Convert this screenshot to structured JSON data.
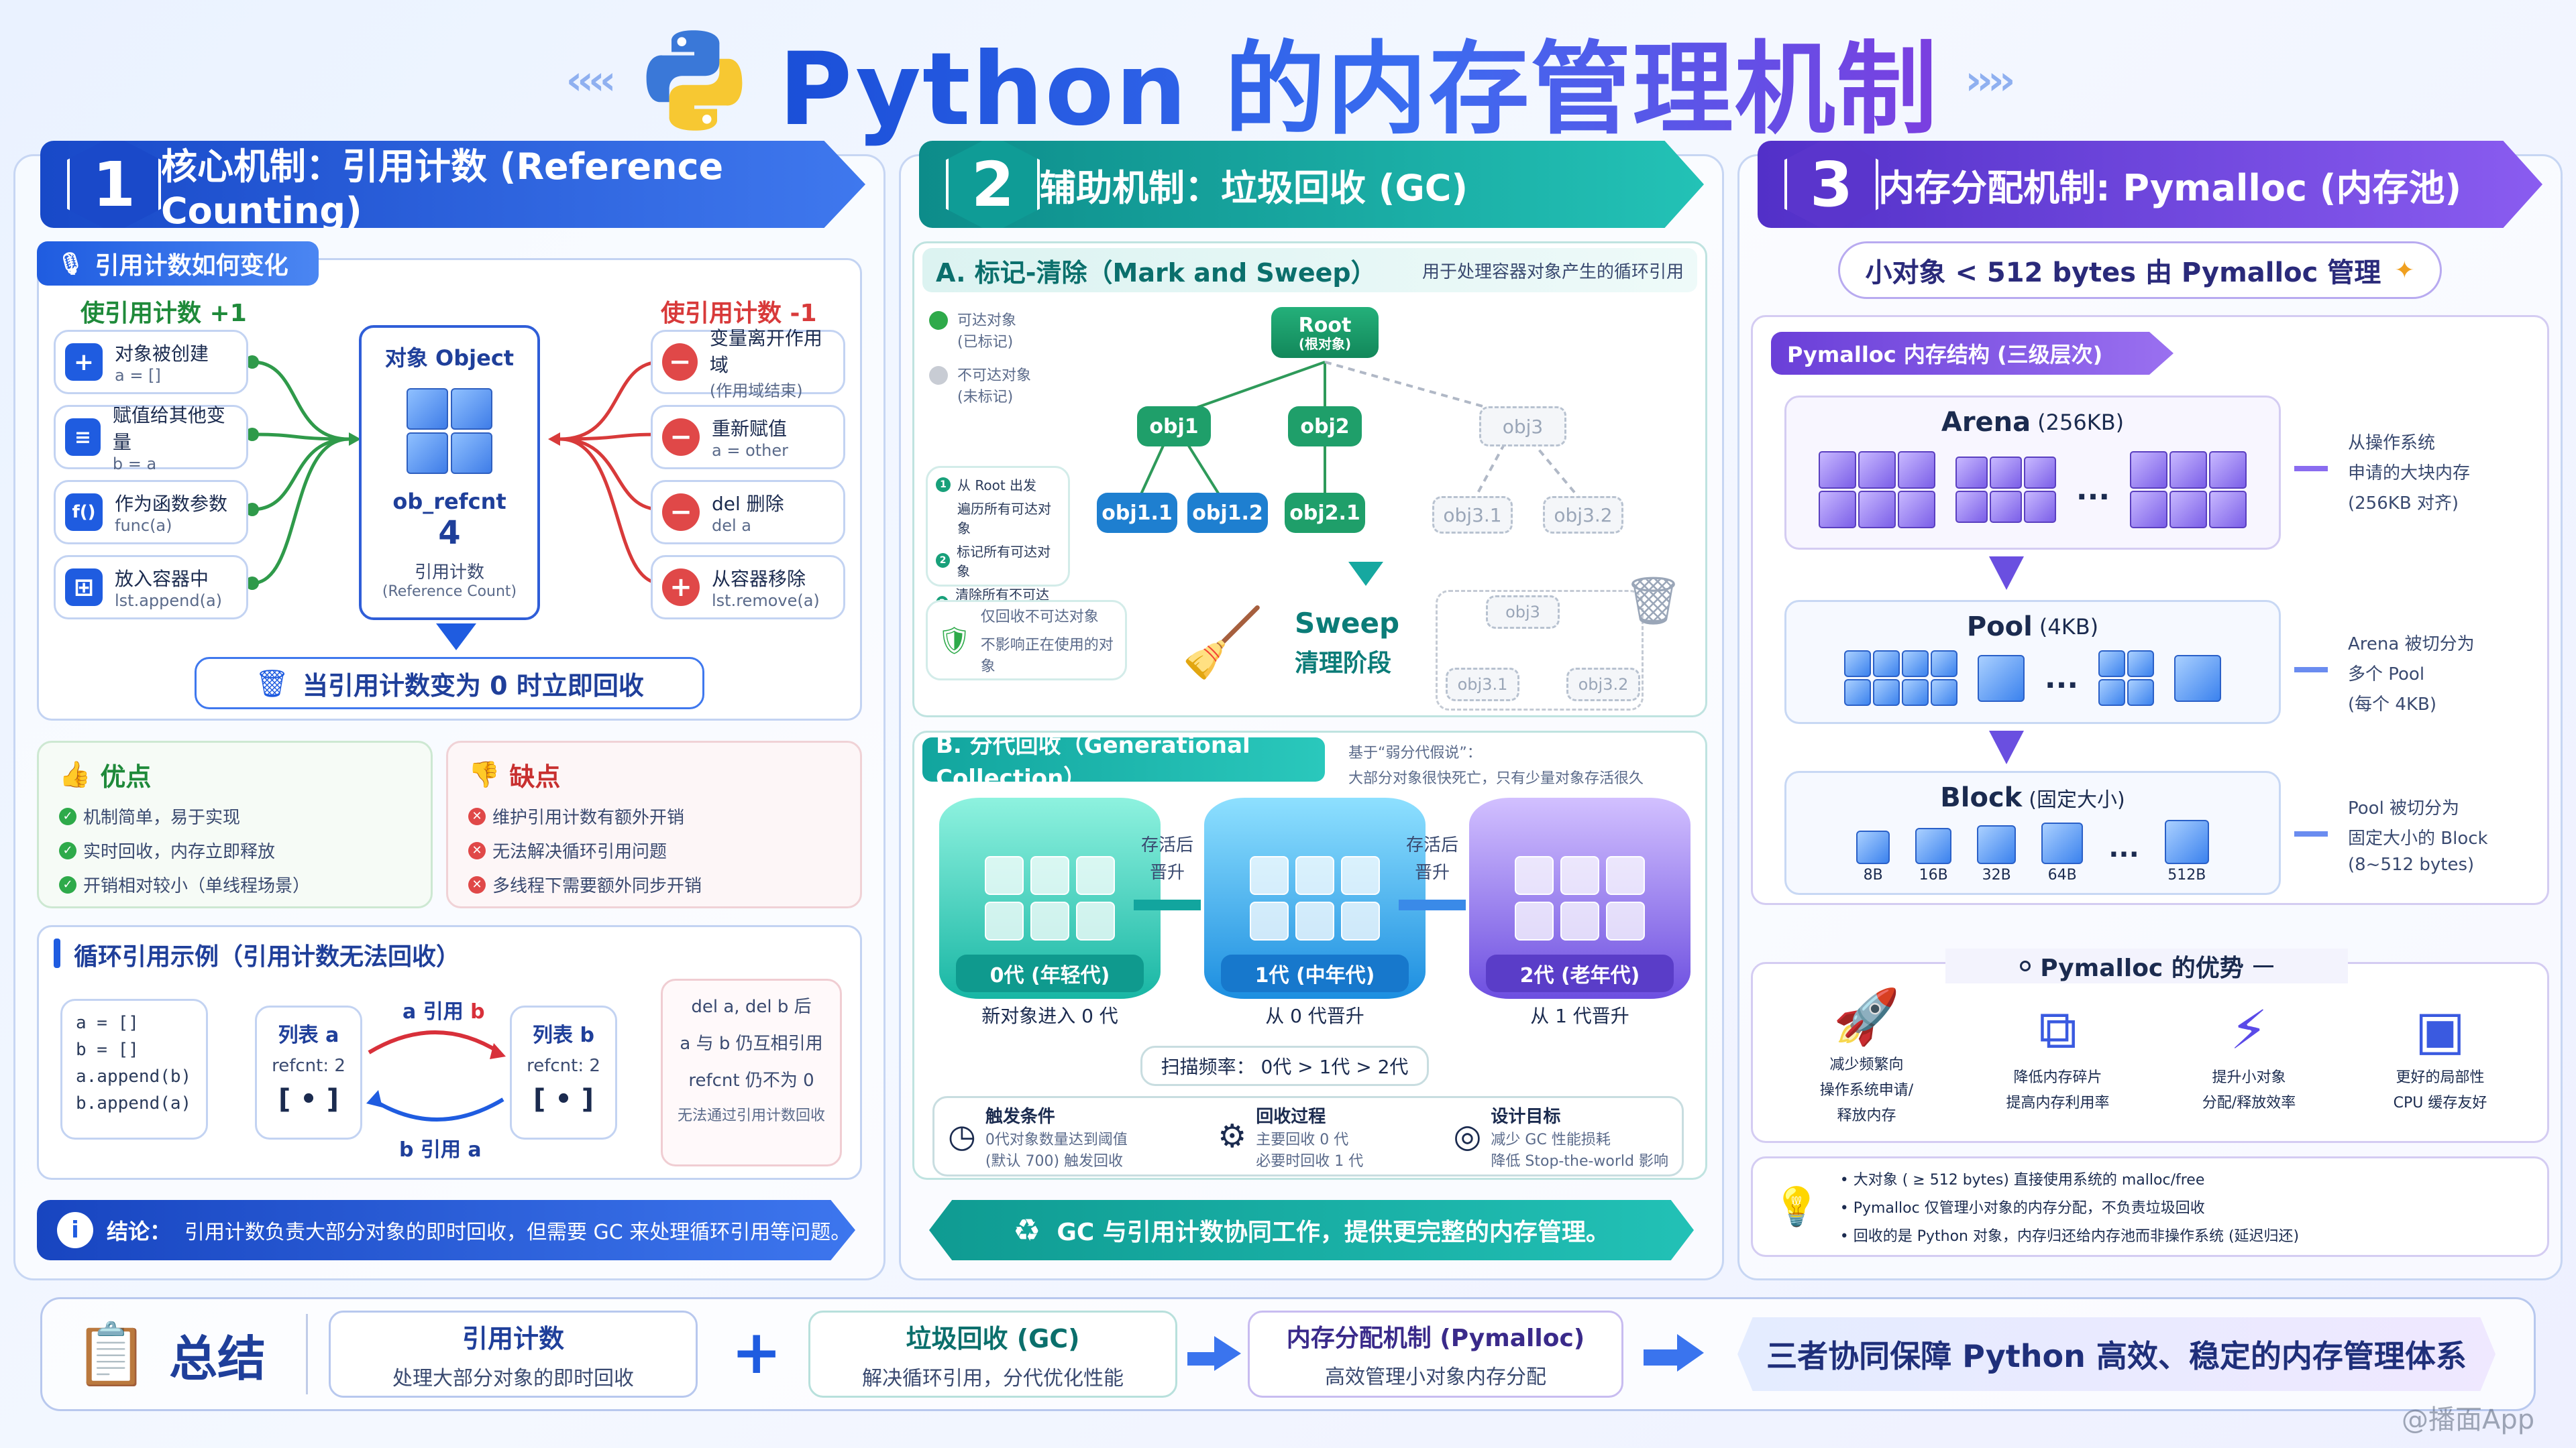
{
  "title": {
    "text": "Python 的内存管理机制",
    "left_chevrons": "‹‹‹‹",
    "right_chevrons": "››››",
    "logo": "python-logo"
  },
  "sec1": {
    "num": "1",
    "header": "核心机制：引用计数 (Reference Counting)",
    "sub": "引用计数如何变化",
    "inc_title": "使引用计数 +1",
    "dec_title": "使引用计数 -1",
    "inc": [
      {
        "title": "对象被创建",
        "code": "a = []"
      },
      {
        "title": "赋值给其他变量",
        "code": "b = a"
      },
      {
        "title": "作为函数参数",
        "code": "func(a)"
      },
      {
        "title": "放入容器中",
        "code": "lst.append(a)"
      }
    ],
    "dec": [
      {
        "title": "变量离开作用域",
        "code": "(作用域结束)"
      },
      {
        "title": "重新赋值",
        "code": "a = other"
      },
      {
        "title": "del 删除",
        "code": "del a"
      },
      {
        "title": "从容器移除",
        "code": "lst.remove(a)"
      }
    ],
    "object": {
      "title": "对象 Object",
      "refcnt": "ob_refcnt",
      "value": "4",
      "cap1": "引用计数",
      "cap2": "(Reference Count)"
    },
    "zero": "当引用计数变为 0 时立即回收",
    "pros_title": "优点",
    "pros": [
      "机制简单，易于实现",
      "实时回收，内存立即释放",
      "开销相对较小（单线程场景）"
    ],
    "cons_title": "缺点",
    "cons": [
      "维护引用计数有额外开销",
      "无法解决循环引用问题",
      "多线程下需要额外同步开销"
    ],
    "cycle_title": "循环引用示例（引用计数无法回收）",
    "code": [
      "a = []",
      "b = []",
      "a.append(b)",
      "b.append(a)"
    ],
    "list_a": {
      "name": "列表 a",
      "refcnt": "refcnt: 2",
      "cell": "[ • ]"
    },
    "list_b": {
      "name": "列表 b",
      "refcnt": "refcnt: 2",
      "cell": "[ • ]"
    },
    "a_ref": "a 引用 b",
    "b_ref": "b 引用 a",
    "after": [
      "del a, del b 后",
      "a 与 b 仍互相引用",
      "refcnt 仍不为 0",
      "无法通过引用计数回收"
    ],
    "conclusion_label": "结论：",
    "conclusion": "引用计数负责大部分对象的即时回收，但需要 GC 来处理循环引用等问题。"
  },
  "sec2": {
    "num": "2",
    "header": "辅助机制：垃圾回收 (GC)",
    "a_title": "A. 标记-清除（Mark and Sweep）",
    "a_note": "用于处理容器对象产生的循环引用",
    "legend": [
      {
        "t": "可达对象",
        "s": "(已标记)"
      },
      {
        "t": "不可达对象",
        "s": "(未标记)"
      }
    ],
    "root": "Root",
    "root_sub": "(根对象)",
    "nodes": [
      "obj1",
      "obj2",
      "obj3",
      "obj1.1",
      "obj1.2",
      "obj2.1",
      "obj3.1",
      "obj3.2"
    ],
    "steps": [
      "从 Root 出发",
      "遍历所有可达对象",
      "标记所有可达对象",
      "清除所有不可达对象"
    ],
    "note1": "仅回收不可达对象",
    "note2": "不影响正在使用的对象",
    "sweep1": "Sweep",
    "sweep2": "清理阶段",
    "sweep_nodes": [
      "obj3",
      "obj3.1",
      "obj3.2"
    ],
    "b_title": "B. 分代回收（Generational Collection）",
    "b_note1": "基于“弱分代假说”：",
    "b_note2": "大部分对象很快死亡，只有少量对象存活很久",
    "gens": [
      {
        "name": "0代 (年轻代)",
        "desc": "新对象进入 0 代"
      },
      {
        "name": "1代 (中年代)",
        "desc": "从 0 代晋升"
      },
      {
        "name": "2代 (老年代)",
        "desc": "从 1 代晋升"
      }
    ],
    "promote1": "存活后",
    "promote2": "晋升",
    "freq": "扫描频率：  0代  >  1代  >  2代",
    "info": [
      {
        "t": "触发条件",
        "a": "0代对象数量达到阈值",
        "b": "(默认 700) 触发回收"
      },
      {
        "t": "回收过程",
        "a": "主要回收 0 代",
        "b": "必要时回收 1 代"
      },
      {
        "t": "设计目标",
        "a": "减少 GC 性能损耗",
        "b": "降低 Stop-the-world 影响"
      }
    ],
    "footer": "GC 与引用计数协同工作，提供更完整的内存管理。"
  },
  "sec3": {
    "num": "3",
    "header": "内存分配机制: Pymalloc (内存池)",
    "top": "小对象 < 512 bytes 由 Pymalloc 管理",
    "struct_title": "Pymalloc 内存结构 (三级层次)",
    "arena": {
      "name": "Arena",
      "size": "(256KB)",
      "n1": "从操作系统",
      "n2": "申请的大块内存",
      "n3": "(256KB 对齐)"
    },
    "pool": {
      "name": "Pool",
      "size": "(4KB)",
      "n1": "Arena 被切分为",
      "n2": "多个 Pool",
      "n3": "(每个 4KB)"
    },
    "block": {
      "name": "Block",
      "size": "(固定大小)",
      "n1": "Pool 被切分为",
      "n2": "固定大小的 Block",
      "n3": "(8~512 bytes)",
      "sizes": [
        "8B",
        "16B",
        "32B",
        "64B",
        "512B"
      ]
    },
    "ellipsis": "...",
    "adv_title": "Pymalloc 的优势",
    "adv": [
      {
        "a": "减少频繁向",
        "b": "操作系统申请/",
        "c": "释放内存",
        "icon": "rocket-icon"
      },
      {
        "a": "降低内存碎片",
        "b": "提高内存利用率",
        "c": "",
        "icon": "cubes-icon"
      },
      {
        "a": "提升小对象",
        "b": "分配/释放效率",
        "c": "",
        "icon": "bolt-icon"
      },
      {
        "a": "更好的局部性",
        "b": "CPU 缓存友好",
        "c": "",
        "icon": "chip-icon"
      }
    ],
    "notes": [
      "大对象 ( ≥ 512 bytes) 直接使用系统的 malloc/free",
      "Pymalloc 仅管理小对象的内存分配，不负责垃圾回收",
      "回收的是 Python 对象，内存归还给内存池而非操作系统 (延迟归还)"
    ]
  },
  "summary": {
    "label": "总结",
    "items": [
      {
        "t": "引用计数",
        "s": "处理大部分对象的即时回收"
      },
      {
        "t": "垃圾回收 (GC)",
        "s": "解决循环引用，分代优化性能"
      },
      {
        "t": "内存分配机制 (Pymalloc)",
        "s": "高效管理小对象内存分配"
      }
    ],
    "plus": "+",
    "result": "三者协同保障 Python 高效、稳定的内存管理体系"
  },
  "watermark": "@播面App",
  "colors": {
    "blue": "#1f5ce0",
    "teal": "#12a5a0",
    "purple": "#6a3fd8",
    "green": "#2eaa4a",
    "red": "#e04848"
  }
}
